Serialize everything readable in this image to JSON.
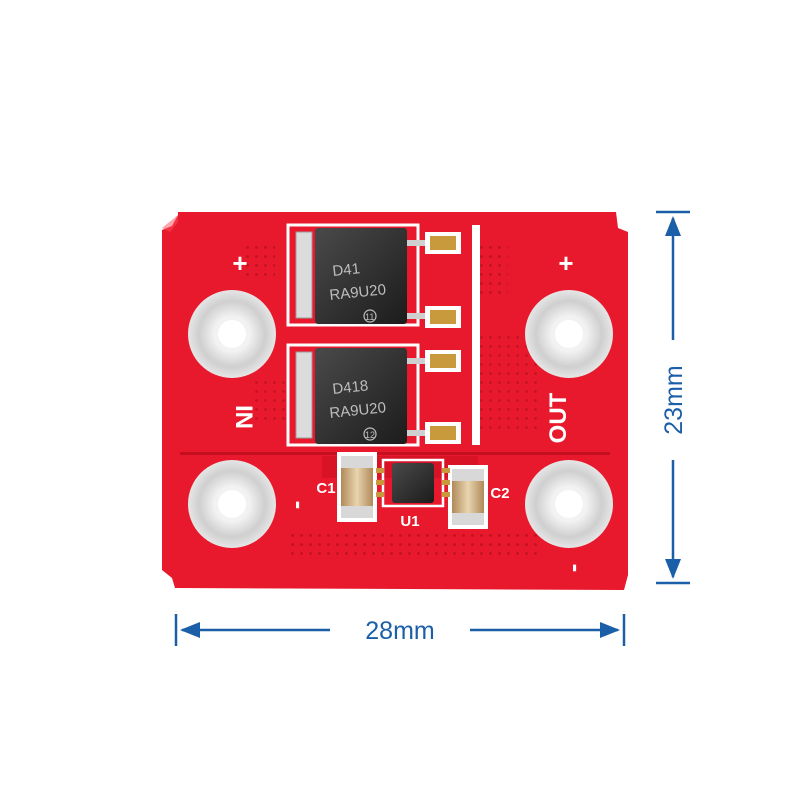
{
  "board": {
    "label_in": "IN",
    "label_out": "OUT",
    "plus_in": "+",
    "plus_out": "+",
    "minus_in": "-",
    "minus_out": "-",
    "cap1": "C1",
    "cap2": "C2",
    "ic": "U1",
    "mosfet_top_marking_1": "D41",
    "mosfet_top_marking_2": "RA9U20",
    "mosfet_top_code": "11",
    "mosfet_bottom_marking_1": "D418",
    "mosfet_bottom_marking_2": "RA9U20",
    "mosfet_bottom_code": "12"
  },
  "dimensions": {
    "width_label": "28mm",
    "height_label": "23mm"
  },
  "colors": {
    "pcb_red": "#e8192c",
    "dimension_blue": "#1a5fa8",
    "pad_gold": "#c89a3c",
    "terminal_silver": "#d9d9d9"
  }
}
